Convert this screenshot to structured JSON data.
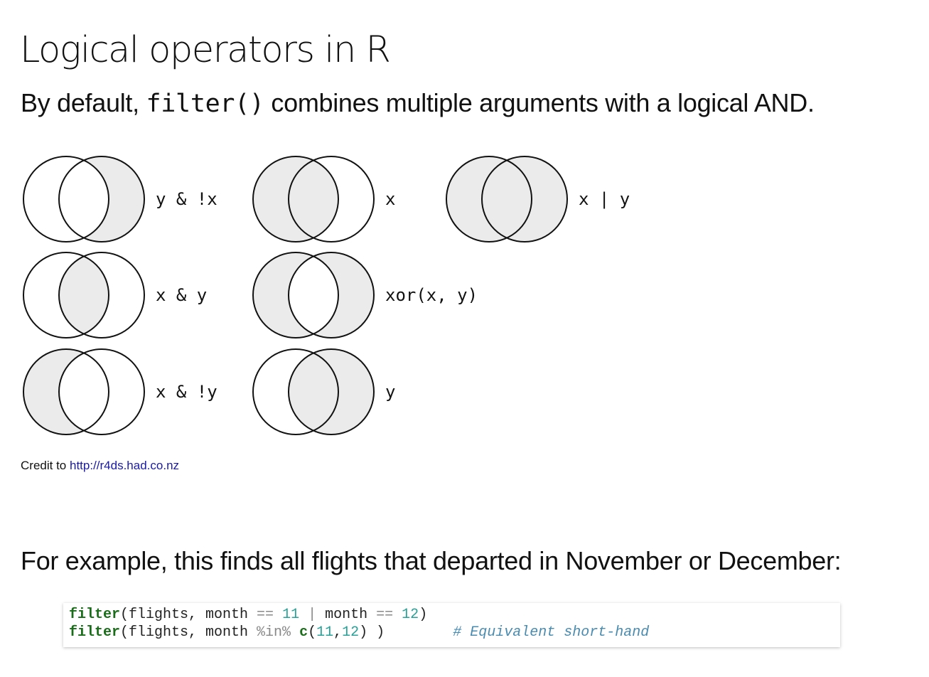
{
  "title": "Logical operators in R",
  "subtitle": {
    "before": "By default, ",
    "code": "filter()",
    "after": " combines multiple arguments with a logical AND."
  },
  "venn": {
    "shade_color": "#ebebeb",
    "stroke_color": "#111111",
    "diagrams": [
      {
        "label": "y & !x",
        "shade": "y_only"
      },
      {
        "label": "x",
        "shade": "x"
      },
      {
        "label": "x | y",
        "shade": "union"
      },
      {
        "label": "x & y",
        "shade": "intersection"
      },
      {
        "label": "xor(x, y)",
        "shade": "xor"
      },
      {
        "label": "x & !y",
        "shade": "x_only"
      },
      {
        "label": "y",
        "shade": "y"
      }
    ]
  },
  "credit": {
    "prefix": "Credit to ",
    "link": "http://r4ds.had.co.nz"
  },
  "example_text": "For example, this finds all flights that departed in November or December:",
  "code": {
    "line1": {
      "fn": "filter",
      "a": "(flights, month ",
      "op1": "==",
      "sp1": " ",
      "num1": "11",
      "sp2": " ",
      "op2": "|",
      "b": " month ",
      "op3": "==",
      "sp3": " ",
      "num2": "12",
      "close": ")"
    },
    "line2": {
      "fn": "filter",
      "a": "(flights, month ",
      "op": "%in%",
      "sp": " ",
      "fn2": "c",
      "open": "(",
      "num1": "11",
      "comma": ",",
      "num2": "12",
      "close": ") )",
      "gap": "        ",
      "comment": "# Equivalent short-hand"
    }
  }
}
